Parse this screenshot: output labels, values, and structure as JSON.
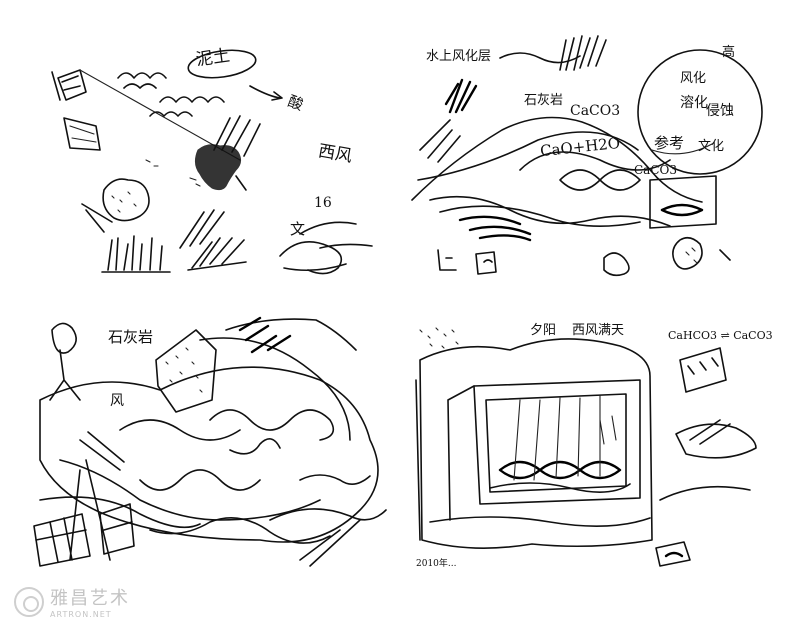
{
  "panels": [
    {
      "name": "top-left",
      "annotations": [
        "泥土",
        "酸",
        "西风",
        "16",
        "文"
      ]
    },
    {
      "name": "top-right",
      "annotations": [
        "水上风化层",
        "石灰岩",
        "CaCO3",
        "CaO+H2O",
        "CaCO3",
        "溶化",
        "侵蚀",
        "风化",
        "高",
        "文化",
        "参考"
      ]
    },
    {
      "name": "bottom-left",
      "annotations": [
        "石灰岩",
        "风"
      ]
    },
    {
      "name": "bottom-right",
      "annotations": [
        "夕阳",
        "西风满天",
        "CaHCO3 ⇌ CaCO3",
        "2010年..."
      ]
    }
  ],
  "watermark": {
    "title": "雅昌艺术",
    "subtitle": "ARTRON.NET"
  }
}
